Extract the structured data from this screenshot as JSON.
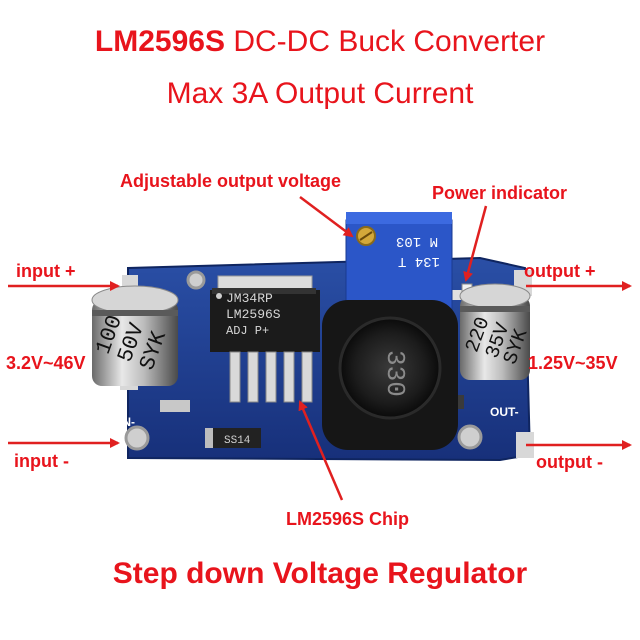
{
  "title": {
    "bold_part": "LM2596S",
    "rest": " DC-DC Buck Converter",
    "line2": "Max 3A Output Current"
  },
  "labels": {
    "adjustable": "Adjustable output voltage",
    "power_indicator": "Power indicator",
    "input_plus": "input +",
    "input_minus": "input -",
    "input_range": "3.2V~46V",
    "output_plus": "output +",
    "output_minus": "output -",
    "output_range": "1.25V~35V",
    "chip": "LM2596S Chip"
  },
  "board": {
    "in_minus_silk": "IN-",
    "out_minus_silk": "OUT-",
    "cap_left": [
      "100",
      "50V",
      "SYK"
    ],
    "cap_right": [
      "220",
      "35V",
      "SYK"
    ],
    "ic_text": [
      "JM34RP",
      "LM2596S",
      "ADJ   P+"
    ],
    "inductor_text": "330",
    "trimpot_text": [
      "M 103",
      "134 T"
    ],
    "diode_text": "SS14"
  },
  "footer": "Step down Voltage Regulator",
  "colors": {
    "label_red": "#e8141c",
    "pcb_blue": "#1f3f8c",
    "trimpot_blue": "#2b56c8",
    "arrow_red": "#e02020"
  }
}
